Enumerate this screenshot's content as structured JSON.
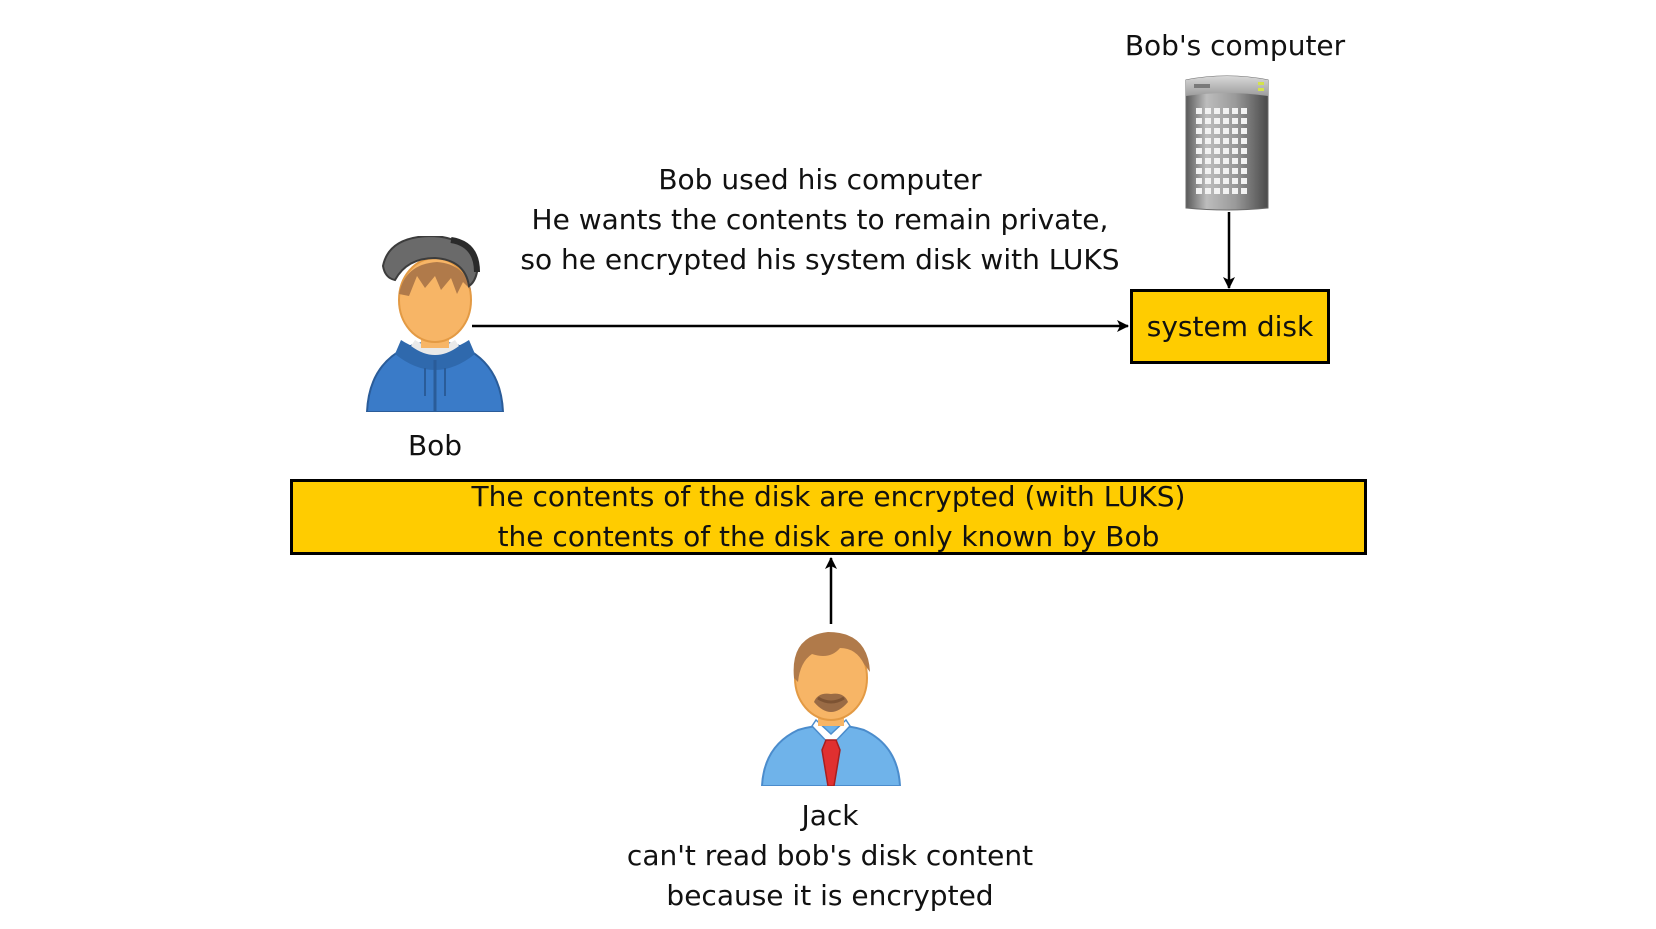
{
  "nodes": {
    "computer": {
      "label": "Bob's computer",
      "icon": "server-tower-icon"
    },
    "system_disk": {
      "label": "system disk",
      "fill": "#ffcc00"
    },
    "bob": {
      "label": "Bob",
      "icon": "user-hoodie-icon"
    },
    "jack": {
      "name": "Jack",
      "lines": [
        "can't read bob's disk content",
        "because it is encrypted"
      ],
      "icon": "user-tie-icon"
    },
    "disk_contents": {
      "lines": [
        "The contents of the disk are encrypted (with LUKS)",
        "the contents of the disk are only known by Bob"
      ],
      "fill": "#ffcc00"
    }
  },
  "edge_labels": {
    "bob_to_disk": [
      "Bob used his computer",
      "He wants the contents to remain private,",
      "so he encrypted his system disk with LUKS"
    ]
  },
  "colors": {
    "highlight": "#ffcc00",
    "hoodie": "#3a7bc8",
    "shirt": "#6fb3ea",
    "tie": "#e03030",
    "skin": "#f7b566",
    "hair": "#b07a4a"
  }
}
